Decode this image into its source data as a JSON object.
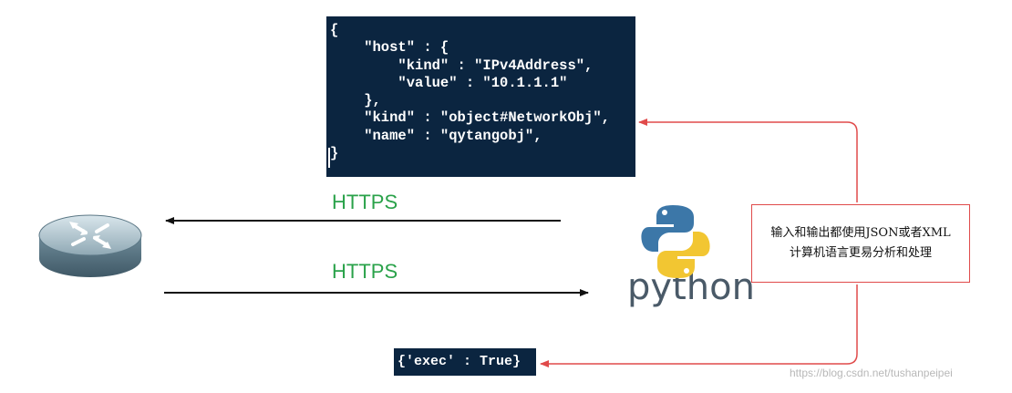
{
  "code_block": {
    "lines": [
      "{",
      "    \"host\" : {",
      "        \"kind\" : \"IPv4Address\",",
      "        \"value\" : \"10.1.1.1\"",
      "    },",
      "    \"kind\" : \"object#NetworkObj\",",
      "    \"name\" : \"qytangobj\",",
      "}"
    ]
  },
  "response_block": {
    "text": "{'exec' : True}"
  },
  "arrows": {
    "top_label": "HTTPS",
    "bottom_label": "HTTPS"
  },
  "python_logo": {
    "word": "python"
  },
  "note": {
    "line1": "输入和输出都使用JSON或者XML",
    "line2": "计算机语言更易分析和处理"
  },
  "watermark": "https://blog.csdn.net/tushanpeipei",
  "colors": {
    "panel_bg": "#0b2540",
    "https_green": "#2aa24a",
    "red_line": "#e04a4a",
    "python_blue": "#3c77a8",
    "python_yellow": "#f2c632"
  },
  "icons": {
    "router": "router-icon",
    "python": "python-logo-icon"
  }
}
